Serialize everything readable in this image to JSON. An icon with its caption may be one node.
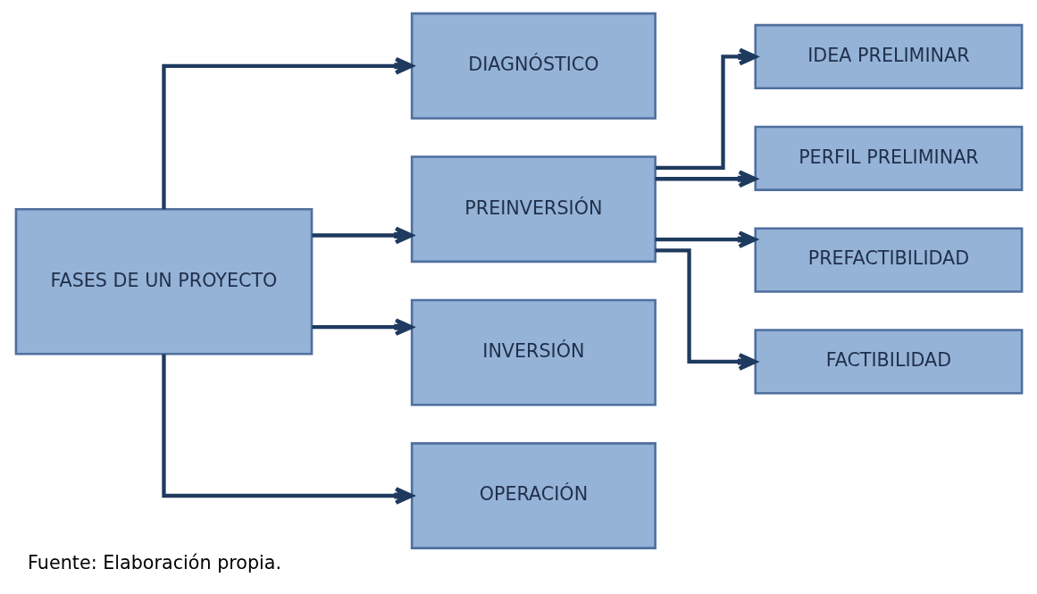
{
  "diagram": {
    "caption": "Fuente: Elaboración propia.",
    "nodes": [
      {
        "text": [
          "FASES DE UN PROYECTO"
        ]
      },
      {
        "text": [
          "DIAGNÓSTICO"
        ]
      },
      {
        "text": [
          "PREINVERSIÓN"
        ]
      },
      {
        "text": [
          "INVERSIÓN"
        ]
      },
      {
        "text": [
          "OPERACIÓN"
        ]
      },
      {
        "text": [
          "IDEA PRELIMINAR"
        ]
      },
      {
        "text": [
          "PERFIL PRELIMINAR"
        ]
      },
      {
        "text": [
          "PREFACTIBILIDAD"
        ]
      },
      {
        "text": [
          "FACTIBILIDAD"
        ]
      }
    ],
    "edges": [
      {
        "from": 0,
        "to": 1,
        "arrow": "to"
      },
      {
        "from": 0,
        "to": 2,
        "arrow": "to"
      },
      {
        "from": 0,
        "to": 3,
        "arrow": "to"
      },
      {
        "from": 0,
        "to": 4,
        "arrow": "to"
      },
      {
        "from": 2,
        "to": 5,
        "arrow": "to"
      },
      {
        "from": 2,
        "to": 6,
        "arrow": "to"
      },
      {
        "from": 2,
        "to": 7,
        "arrow": "to"
      },
      {
        "from": 2,
        "to": 8,
        "arrow": "to"
      }
    ]
  }
}
